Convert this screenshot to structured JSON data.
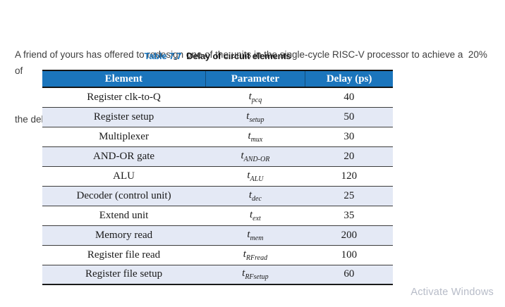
{
  "intro": {
    "line1": "A friend of yours has offered to redesign one of the units in the single-cycle RISC-V processor to achieve a  20% of",
    "line2": "the delay  . Using the delays given in the below table:"
  },
  "caption": {
    "label": "Table 7.7",
    "title": "Delay of circuit elements"
  },
  "table": {
    "headers": [
      "Element",
      "Parameter",
      "Delay (ps)"
    ],
    "rows": [
      {
        "element": "Register clk-to-Q",
        "param_base": "t",
        "param_sub": "pcq",
        "delay": "40"
      },
      {
        "element": "Register setup",
        "param_base": "t",
        "param_sub": "setup",
        "delay": "50"
      },
      {
        "element": "Multiplexer",
        "param_base": "t",
        "param_sub": "mux",
        "delay": "30"
      },
      {
        "element": "AND-OR gate",
        "param_base": "t",
        "param_sub": "AND-OR",
        "delay": "20"
      },
      {
        "element": "ALU",
        "param_base": "t",
        "param_sub": "ALU",
        "delay": "120"
      },
      {
        "element": "Decoder (control unit)",
        "param_base": "t",
        "param_sub": "dec",
        "delay": "25"
      },
      {
        "element": "Extend unit",
        "param_base": "t",
        "param_sub": "ext",
        "delay": "35"
      },
      {
        "element": "Memory read",
        "param_base": "t",
        "param_sub": "mem",
        "delay": "200"
      },
      {
        "element": "Register file read",
        "param_base": "t",
        "param_sub": "RFread",
        "delay": "100"
      },
      {
        "element": "Register file setup",
        "param_base": "t",
        "param_sub": "RFsetup",
        "delay": "60"
      }
    ]
  },
  "watermark": {
    "text": "Activate Windows"
  },
  "colors": {
    "header_bg": "#1b75bc",
    "alt_row_bg": "#e4e9f5",
    "caption_accent": "#1b75bc",
    "watermark": "#b7bcc8",
    "body_text": "#3e3e3e",
    "table_text": "#1a1a1a"
  }
}
